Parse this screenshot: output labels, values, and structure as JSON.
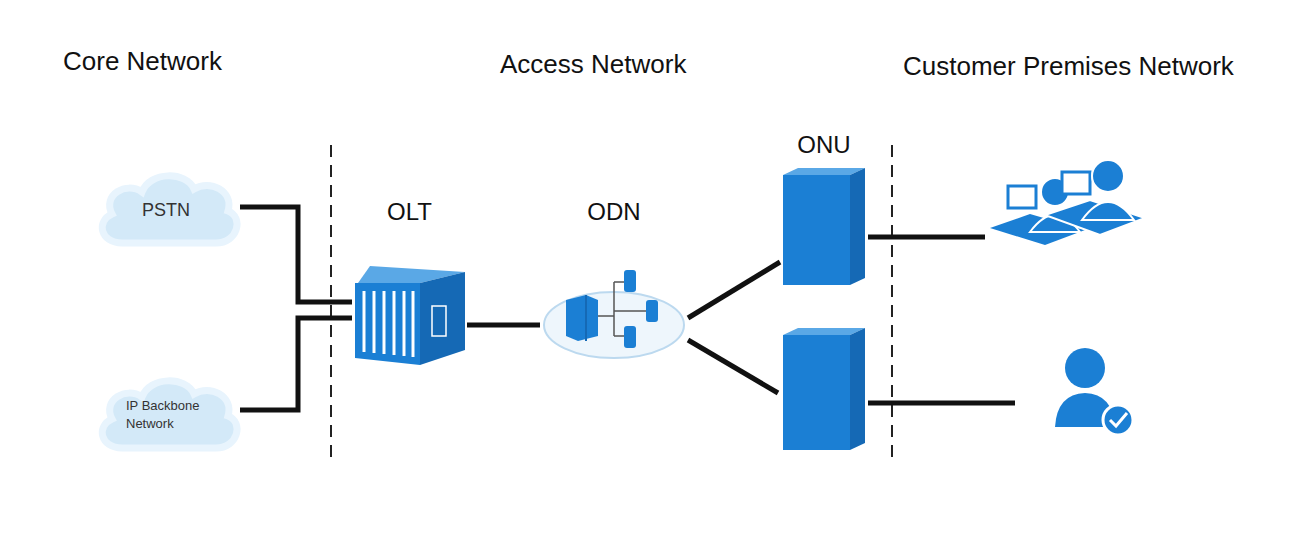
{
  "diagram": {
    "nodes": [
      {
        "text": [
          "PSTN"
        ]
      },
      {
        "text": [
          "IP Backbone Network"
        ]
      },
      {
        "text": [
          "OLT"
        ]
      },
      {
        "text": [
          "ODN"
        ]
      },
      {
        "text": [
          "ONU"
        ]
      }
    ],
    "edges": [
      {
        "from": 0,
        "to": 2,
        "arrow": "none"
      },
      {
        "from": 1,
        "to": 2,
        "arrow": "none"
      },
      {
        "from": 2,
        "to": 3,
        "arrow": "none"
      },
      {
        "from": 3,
        "to": 4,
        "arrow": "none"
      }
    ],
    "labels": [
      "Core Network",
      "Access Network",
      "Customer Premises Network"
    ]
  }
}
